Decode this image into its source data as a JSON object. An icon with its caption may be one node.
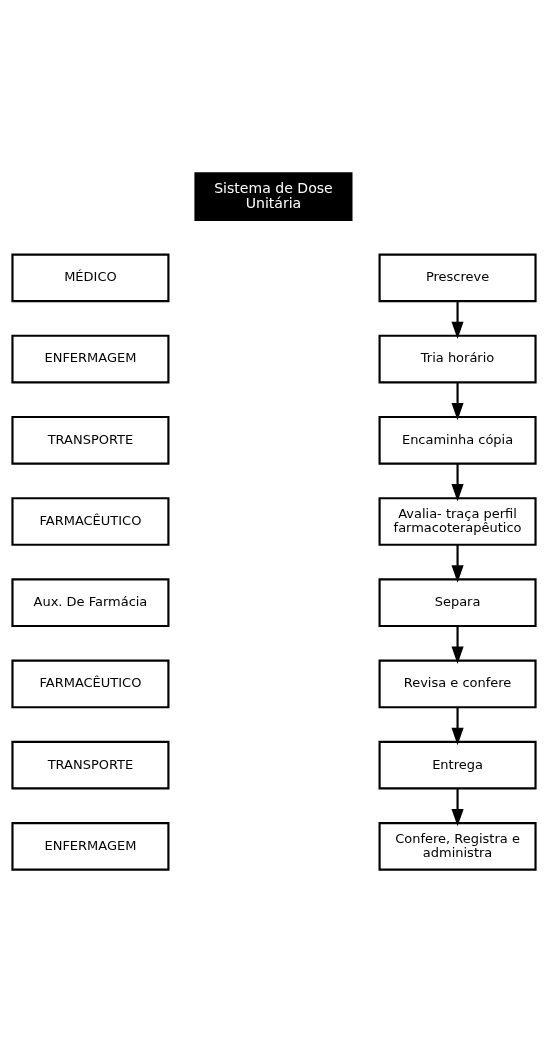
{
  "diagram": {
    "nodes": [
      {
        "text": [
          "Sistema de Dose Unitária"
        ]
      },
      {
        "text": [
          "MÉDICO"
        ]
      },
      {
        "text": [
          "Prescreve"
        ]
      },
      {
        "text": [
          "ENFERMAGEM"
        ]
      },
      {
        "text": [
          "Tria horário"
        ]
      },
      {
        "text": [
          "TRANSPORTE"
        ]
      },
      {
        "text": [
          "Encaminha cópia"
        ]
      },
      {
        "text": [
          "FARMACÊUTICO"
        ]
      },
      {
        "text": [
          "Avalia- traça perfil farmacoterapêutico"
        ]
      },
      {
        "text": [
          "Aux. De Farmácia"
        ]
      },
      {
        "text": [
          "Separa"
        ]
      },
      {
        "text": [
          "FARMACÊUTICO"
        ]
      },
      {
        "text": [
          "Revisa e confere"
        ]
      },
      {
        "text": [
          "TRANSPORTE"
        ]
      },
      {
        "text": [
          "Entrega"
        ]
      },
      {
        "text": [
          "ENFERMAGEM"
        ]
      },
      {
        "text": [
          "Confere, Registra e administra"
        ]
      }
    ],
    "edges": [
      {
        "from": 2,
        "to": 4,
        "arrow": "to"
      },
      {
        "from": 4,
        "to": 6,
        "arrow": "to"
      },
      {
        "from": 6,
        "to": 8,
        "arrow": "to"
      },
      {
        "from": 8,
        "to": 10,
        "arrow": "to"
      },
      {
        "from": 10,
        "to": 12,
        "arrow": "to"
      },
      {
        "from": 12,
        "to": 14,
        "arrow": "to"
      },
      {
        "from": 14,
        "to": 16,
        "arrow": "to"
      }
    ]
  }
}
